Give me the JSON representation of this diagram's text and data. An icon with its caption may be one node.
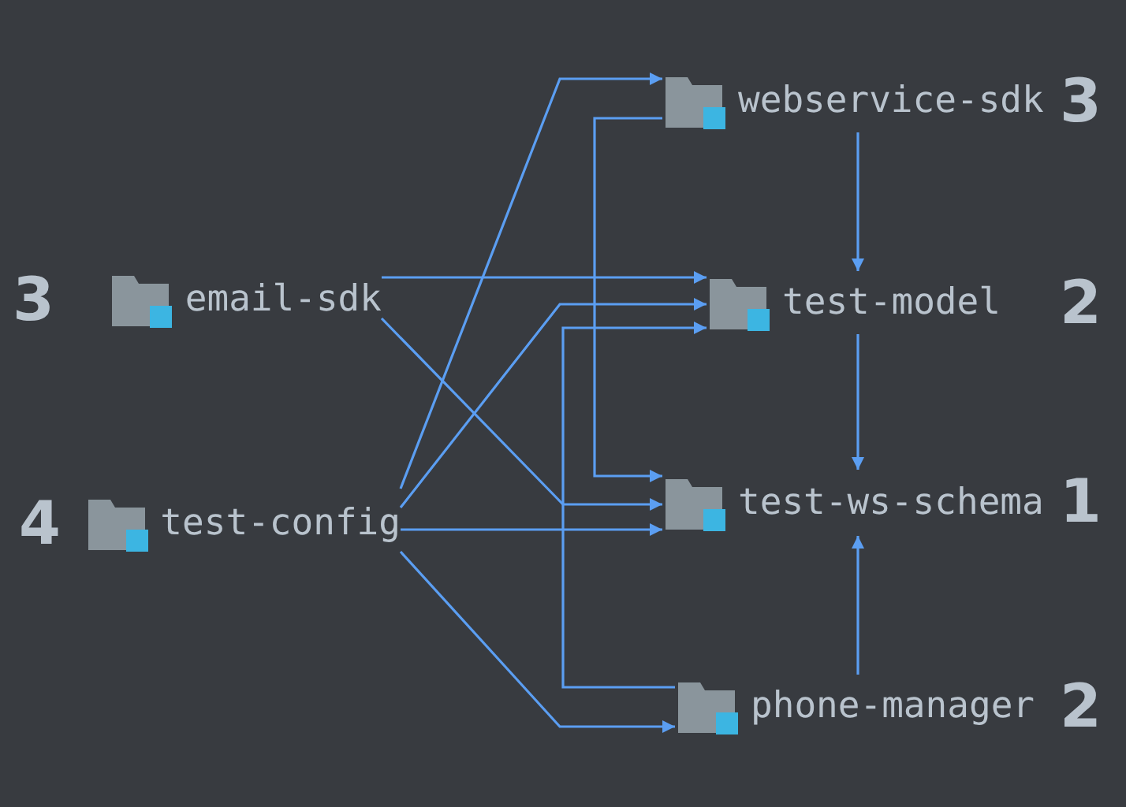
{
  "diagram": {
    "nodes": [
      {
        "text": [
          "webservice-sdk"
        ]
      },
      {
        "text": [
          "email-sdk"
        ],
        "beside": [
          "3"
        ]
      },
      {
        "text": [
          "test-model"
        ]
      },
      {
        "text": [
          "test-config"
        ],
        "beside": [
          "4"
        ]
      },
      {
        "text": [
          "test-ws-schema"
        ]
      },
      {
        "text": [
          "phone-manager"
        ]
      }
    ],
    "edges": [
      {
        "from": 3,
        "to": 0,
        "arrow": "to"
      },
      {
        "from": 0,
        "to": 4,
        "arrow": "to"
      },
      {
        "from": 0,
        "to": 2,
        "arrow": "to"
      },
      {
        "from": 1,
        "to": 2,
        "arrow": "to"
      },
      {
        "from": 1,
        "to": 4,
        "arrow": "to"
      },
      {
        "from": 3,
        "to": 2,
        "arrow": "to"
      },
      {
        "from": 5,
        "to": 2,
        "arrow": "to"
      },
      {
        "from": 3,
        "to": 4,
        "arrow": "to"
      },
      {
        "from": 3,
        "to": 5,
        "arrow": "to"
      },
      {
        "from": 2,
        "to": 4,
        "arrow": "to"
      },
      {
        "from": 5,
        "to": 4,
        "arrow": "to"
      }
    ],
    "labels": [
      "3",
      "2",
      "1",
      "2"
    ]
  }
}
